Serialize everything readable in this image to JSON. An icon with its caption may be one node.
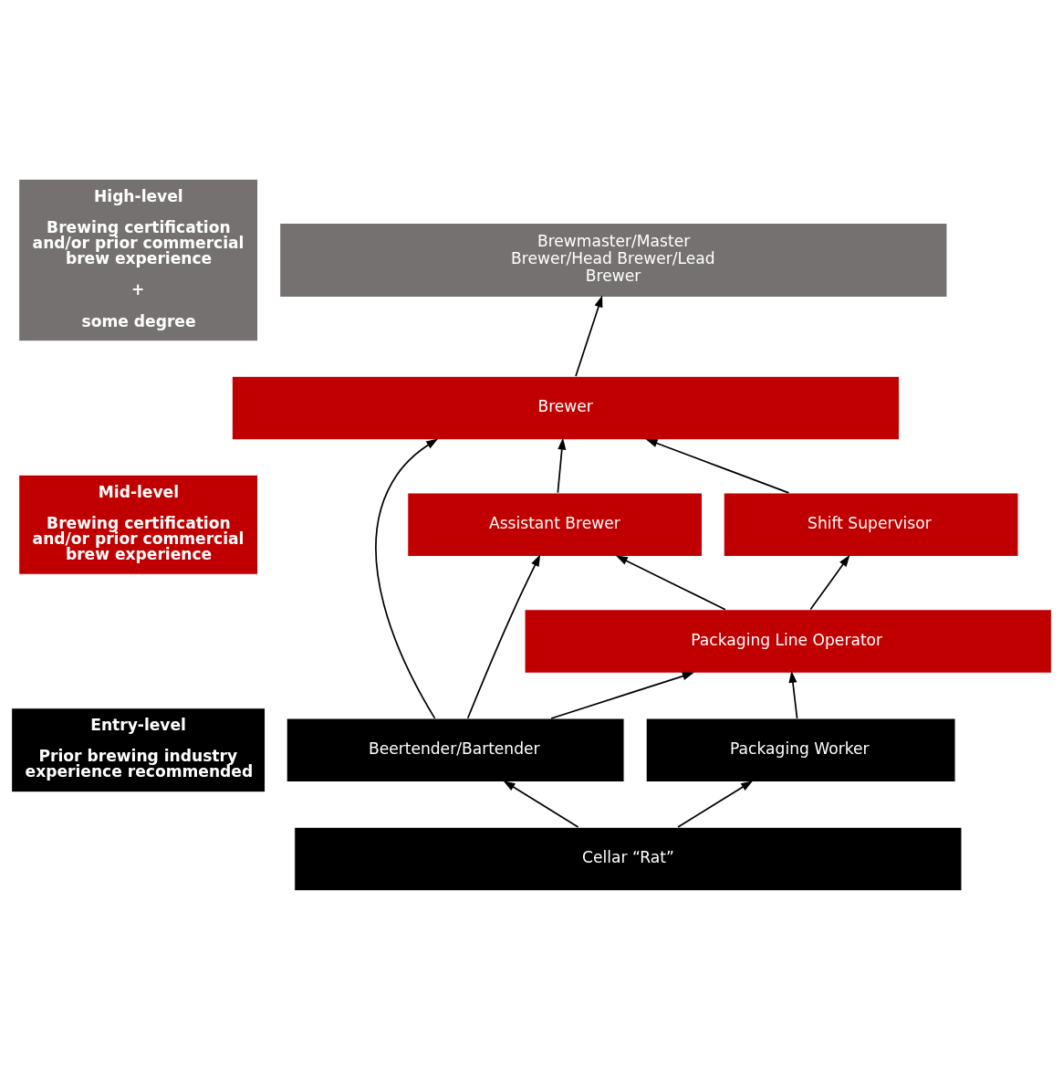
{
  "diagram": {
    "nodes": [
      {
        "text": [
          "High-level",
          "Brewing certification and/or prior commercial brew experience",
          "+",
          "some degree"
        ]
      },
      {
        "text": [
          "Mid-level",
          "Brewing certification and/or prior commercial brew experience"
        ]
      },
      {
        "text": [
          "Entry-level",
          "Prior brewing industry experience recommended"
        ]
      },
      {
        "text": [
          "Brewmaster/Master Brewer/Head Brewer/Lead Brewer"
        ]
      },
      {
        "text": [
          "Brewer"
        ]
      },
      {
        "text": [
          "Assistant Brewer"
        ]
      },
      {
        "text": [
          "Shift Supervisor"
        ]
      },
      {
        "text": [
          "Packaging Line Operator"
        ]
      },
      {
        "text": [
          "Beertender/Bartender"
        ]
      },
      {
        "text": [
          "Packaging Worker"
        ]
      },
      {
        "text": [
          "Cellar “Rat”"
        ]
      }
    ],
    "edges": [
      {
        "from": 4,
        "to": 3,
        "arrow": "to"
      },
      {
        "from": 8,
        "to": 4,
        "arrow": "to"
      },
      {
        "from": 5,
        "to": 4,
        "arrow": "to"
      },
      {
        "from": 6,
        "to": 4,
        "arrow": "to"
      },
      {
        "from": 8,
        "to": 5,
        "arrow": "to"
      },
      {
        "from": 7,
        "to": 5,
        "arrow": "to"
      },
      {
        "from": 7,
        "to": 6,
        "arrow": "to"
      },
      {
        "from": 8,
        "to": 7,
        "arrow": "to"
      },
      {
        "from": 9,
        "to": 7,
        "arrow": "to"
      },
      {
        "from": 10,
        "to": 8,
        "arrow": "to"
      },
      {
        "from": 10,
        "to": 9,
        "arrow": "to"
      }
    ]
  }
}
